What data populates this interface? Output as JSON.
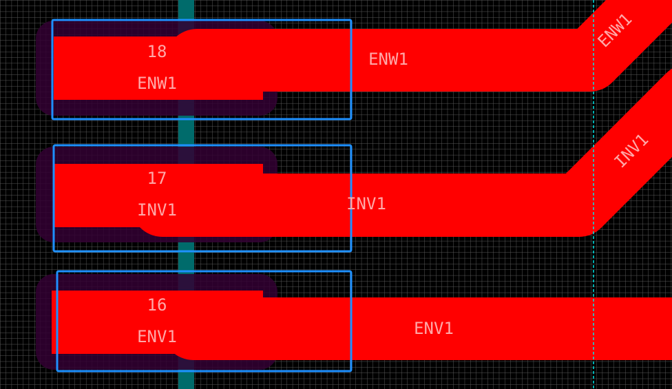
{
  "colors": {
    "background": "#000000",
    "grid": "#5a5a5a",
    "copper_top": "#ff0000",
    "soldermask": "#330033",
    "other_layer_trace": "#006b6b",
    "selection_box": "#1e90ff",
    "guide_line": "#00e5e5",
    "label_text": "#ffa8a8"
  },
  "pads": [
    {
      "number": "18",
      "net": "ENW1"
    },
    {
      "number": "17",
      "net": "INV1"
    },
    {
      "number": "16",
      "net": "ENV1"
    }
  ],
  "traces": [
    {
      "net": "ENW1",
      "diagonal_label": "ENW1"
    },
    {
      "net": "INV1",
      "diagonal_label": "INV1"
    },
    {
      "net": "ENV1"
    }
  ]
}
